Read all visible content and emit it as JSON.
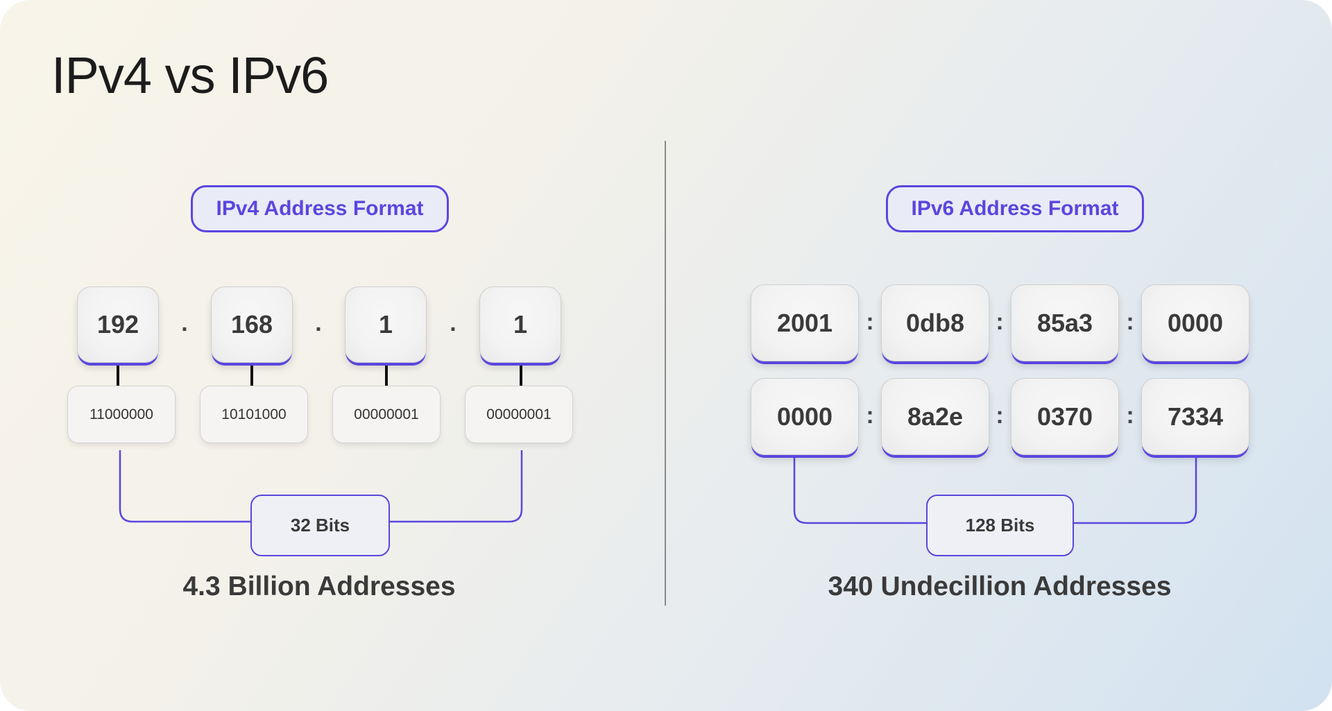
{
  "title": "IPv4 vs IPv6",
  "accent_color": "#5a46de",
  "ipv4": {
    "heading": "IPv4 Address Format",
    "octets": [
      "192",
      "168",
      "1",
      "1"
    ],
    "separator": ".",
    "binary": [
      "11000000",
      "10101000",
      "00000001",
      "00000001"
    ],
    "bits_label": "32 Bits",
    "summary": "4.3 Billion Addresses"
  },
  "ipv6": {
    "heading": "IPv6 Address Format",
    "groups": [
      "2001",
      "0db8",
      "85a3",
      "0000",
      "0000",
      "8a2e",
      "0370",
      "7334"
    ],
    "separator": ":",
    "bits_label": "128 Bits",
    "summary": "340 Undecillion Addresses"
  }
}
